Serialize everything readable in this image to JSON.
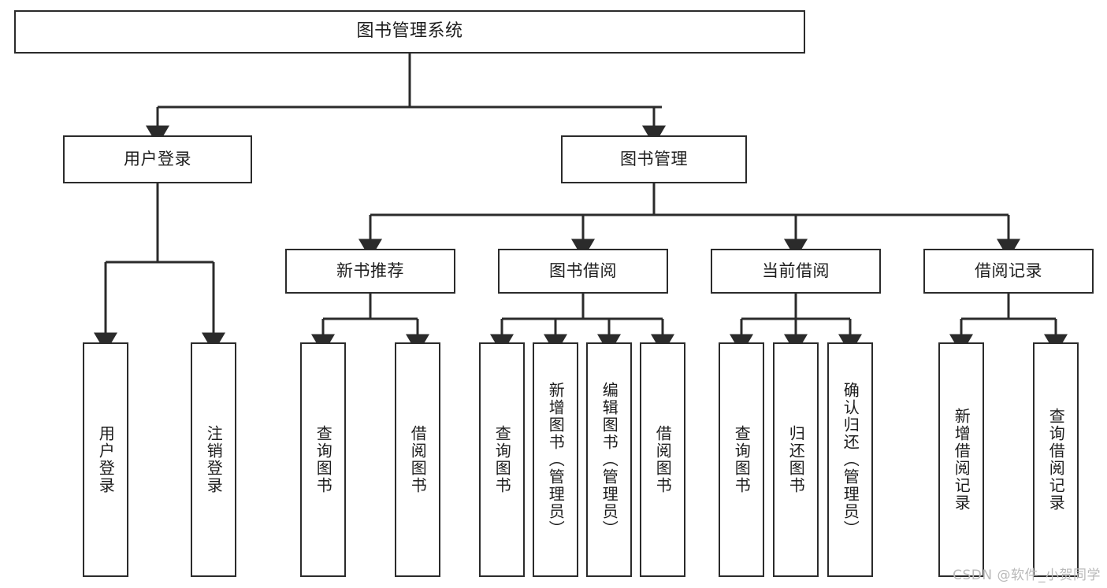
{
  "diagram": {
    "type": "tree-hierarchy",
    "title": "图书管理系统",
    "watermark": "CSDN @软件_小贺同学",
    "colors": {
      "stroke": "#2b2b2b",
      "fill": "#ffffff",
      "text": "#1d1d1d",
      "watermark": "#b9b9b9"
    },
    "levels": {
      "root": {
        "label": "图书管理系统"
      },
      "level1": [
        {
          "label": "用户登录"
        },
        {
          "label": "图书管理"
        }
      ],
      "level2": [
        {
          "label": "新书推荐"
        },
        {
          "label": "图书借阅"
        },
        {
          "label": "当前借阅"
        },
        {
          "label": "借阅记录"
        }
      ]
    },
    "leaves": {
      "user_login": [
        {
          "label": "用户登录"
        },
        {
          "label": "注销登录"
        }
      ],
      "new_book": [
        {
          "label": "查询图书"
        },
        {
          "label": "借阅图书"
        }
      ],
      "book_borrow": [
        {
          "label": "查询图书"
        },
        {
          "label": "新增图书（管理员）"
        },
        {
          "label": "编辑图书（管理员）"
        },
        {
          "label": "借阅图书"
        }
      ],
      "current_borrow": [
        {
          "label": "查询图书"
        },
        {
          "label": "归还图书"
        },
        {
          "label": "确认归还（管理员）"
        }
      ],
      "borrow_record": [
        {
          "label": "新增借阅记录"
        },
        {
          "label": "查询借阅记录"
        }
      ]
    }
  }
}
